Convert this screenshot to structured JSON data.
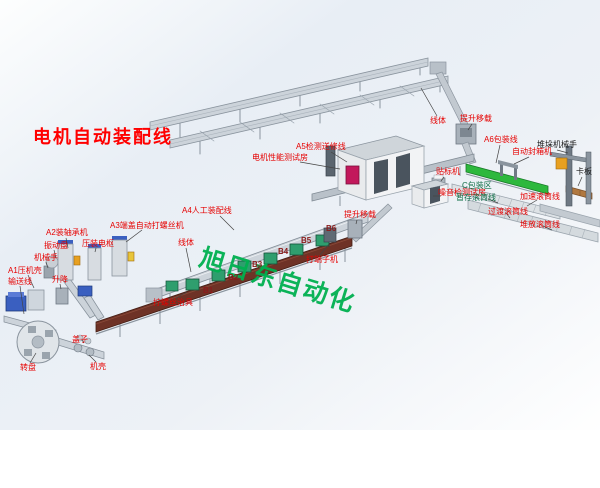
{
  "title": "电机自动装配线",
  "watermark": "旭日东自动化",
  "colors": {
    "title_red": "#ff0000",
    "label_red": "#e60000",
    "label_maroon": "#8b1a1a",
    "label_dark": "#1a1a1a",
    "label_green": "#0e6e46",
    "watermark_green": "#00b050",
    "belt_brown": "#6e3226",
    "belt_green": "#2db83d",
    "bin_teal": "#2f9e6e"
  },
  "labels": {
    "station_a1": "A1压机壳",
    "conveyor_line": "输送线",
    "lift": "升降",
    "robot_hand": "机械手",
    "station_a2": "A2装轴承机",
    "vibration_bowl": "振动盘",
    "press_armature": "压装电枢",
    "station_a3": "A3端盖自动打螺丝机",
    "cover": "盖子",
    "housing": "机壳",
    "turntable": "转盘",
    "screw_fixture": "拧螺丝治具",
    "station_a4": "A4人工装配线",
    "line_body_mid": "线体",
    "b1": "B1",
    "b2": "B2",
    "b3": "B3",
    "b4": "B4",
    "b5": "B5",
    "b6": "B6",
    "terminal_machine": "打端子机",
    "lift_transfer_mid": "提升移载",
    "station_a5": "A5检测送修线",
    "motor_test_room": "电机性能测试房",
    "line_body_top": "线体",
    "lift_transfer_top": "提升移载",
    "station_a6": "A6包装线",
    "auto_box_sealer": "自动封箱机",
    "stacking_robot": "堆垛机械手",
    "pallet": "卡板",
    "labeling_machine": "贴标机",
    "noise_test_room": "噪音检测试房",
    "c_packing_area": "C包装区",
    "buffer_roller_line": "暂存滚筒线",
    "accel_roller_line": "加速滚筒线",
    "transition_roller_line": "过渡滚筒线",
    "stacking_roller_line": "堆放滚筒线"
  }
}
